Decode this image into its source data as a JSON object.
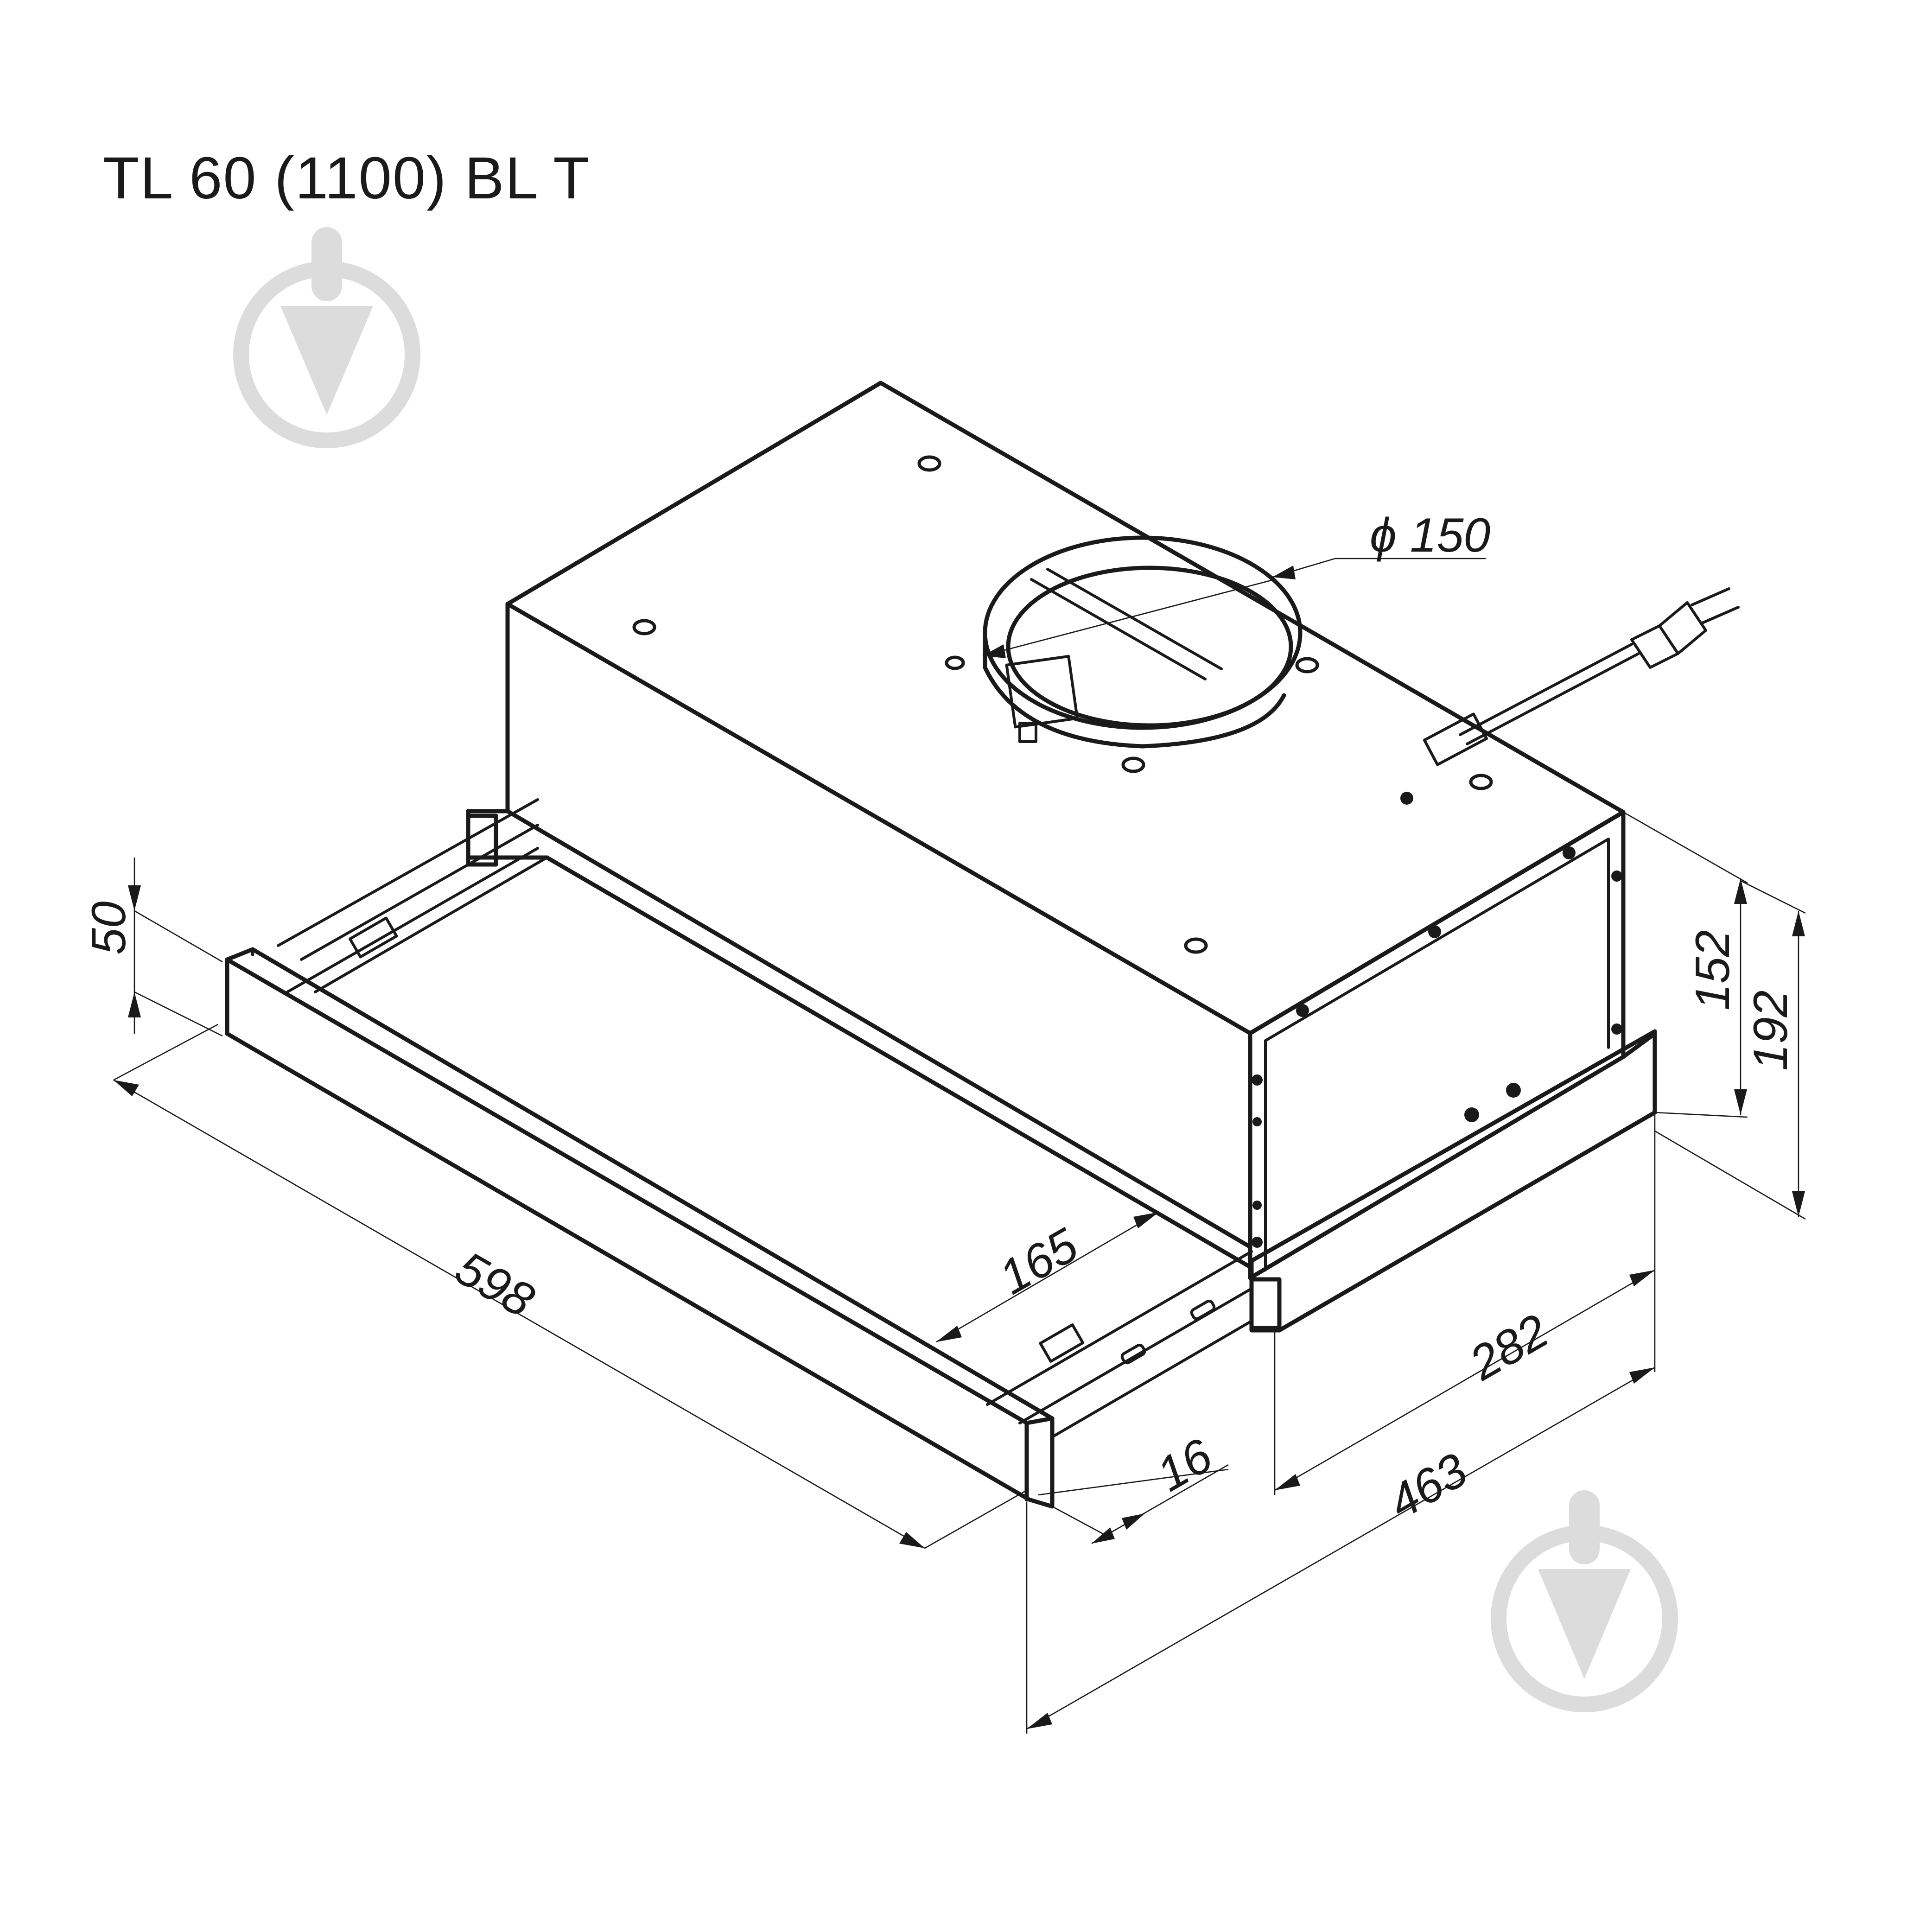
{
  "title": "TL 60 (1100) BL T",
  "dimensions": {
    "duct_diameter": "ϕ 150",
    "width": "598",
    "depth_total": "463",
    "depth_body": "282",
    "panel_height": "50",
    "slide_extension": "165",
    "panel_thickness": "16",
    "body_height": "152",
    "total_height": "192"
  },
  "icons": [
    "watermark-logo-icon",
    "power-plug-icon"
  ],
  "colors": {
    "line": "#1a1a1a",
    "watermark": "#dcdcdc",
    "background": "#ffffff"
  }
}
